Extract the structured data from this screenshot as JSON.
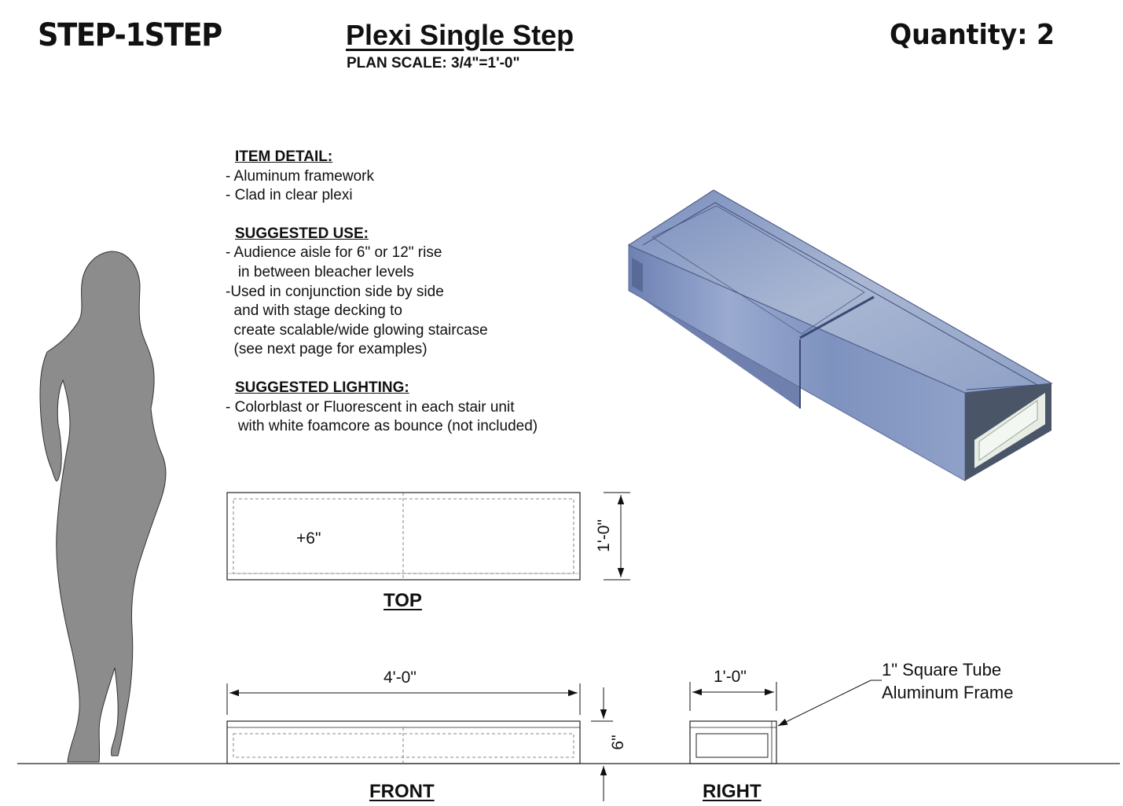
{
  "header": {
    "code": "STEP-1STEP",
    "title": "Plexi Single Step",
    "subtitle": "PLAN  SCALE: 3/4\"=1'-0\"",
    "quantity": "Quantity: 2"
  },
  "notes": {
    "item_detail_heading": "ITEM DETAIL:",
    "item_detail": [
      "- Aluminum framework",
      "- Clad in clear plexi"
    ],
    "suggested_use_heading": "SUGGESTED USE:",
    "suggested_use": [
      "- Audience aisle for 6\" or 12\" rise",
      "   in between bleacher levels",
      "-Used in conjunction side by side",
      "  and with stage decking to",
      "  create scalable/wide glowing staircase",
      "  (see next page for examples)"
    ],
    "suggested_lighting_heading": "SUGGESTED LIGHTING:",
    "suggested_lighting": [
      "- Colorblast or Fluorescent in each stair unit",
      "   with white foamcore as bounce (not included)"
    ]
  },
  "drawings": {
    "top_label": "TOP",
    "front_label": "FRONT",
    "right_label": "RIGHT",
    "top_rise": "+6\"",
    "top_depth_dim": "1'-0\"",
    "front_width_dim": "4'-0\"",
    "front_height_dim": "6\"",
    "right_depth_dim": "1'-0\"",
    "callout": [
      "1\" Square Tube",
      "Aluminum Frame"
    ]
  },
  "colors": {
    "silhouette": "#8c8c8c",
    "plexi_top": "#8fa2c4",
    "plexi_side": "#7f93bf",
    "line": "#222222"
  }
}
